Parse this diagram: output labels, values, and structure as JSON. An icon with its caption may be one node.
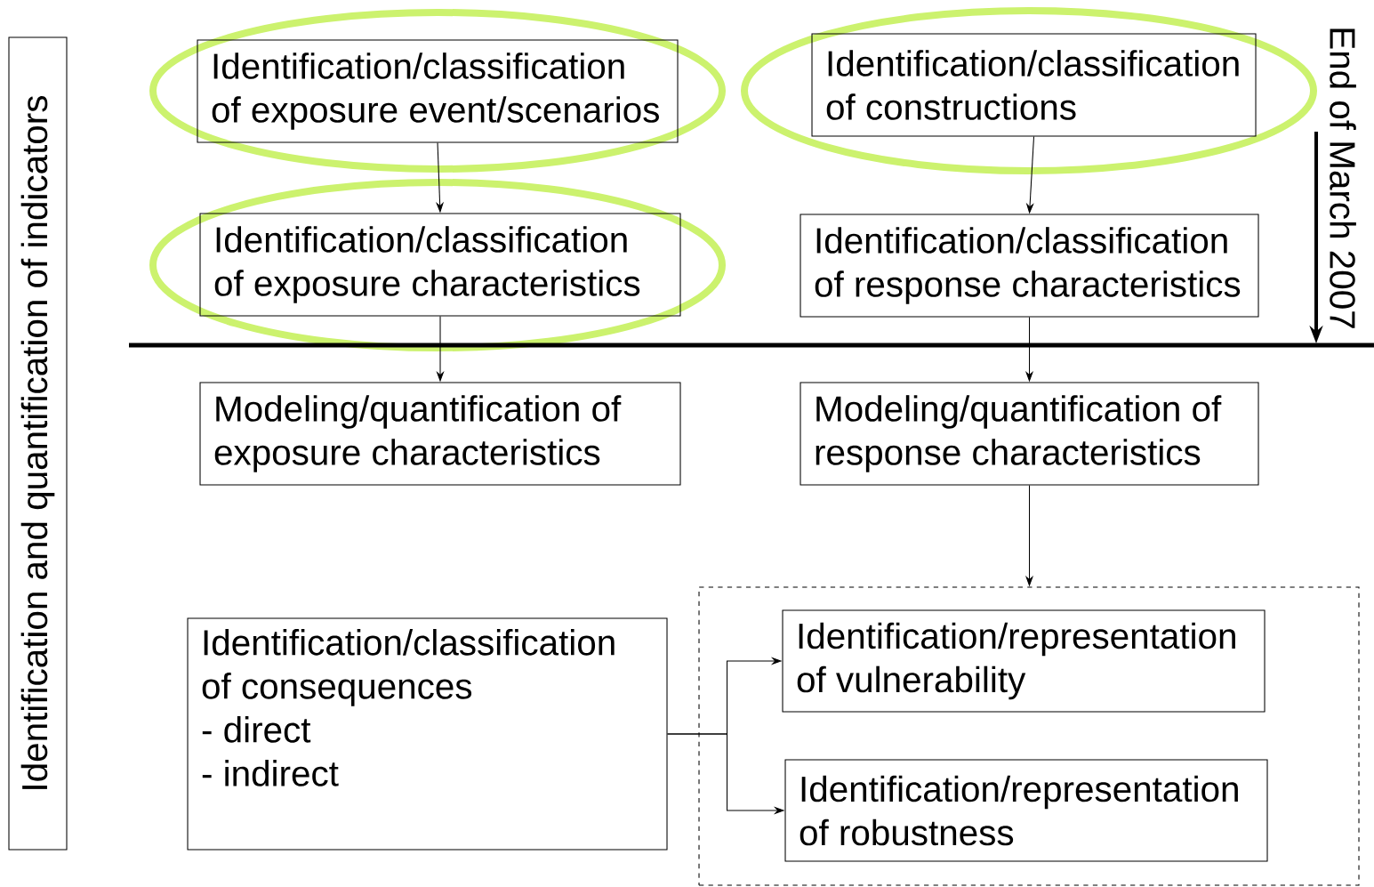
{
  "diagram": {
    "nodes": [
      {
        "text": [
          "Identification and quantification of indicators"
        ]
      },
      {
        "text": [
          "Identification/classification of exposure event/scenarios"
        ]
      },
      {
        "text": [
          "Identification/classification of constructions"
        ]
      },
      {
        "text": [
          "Identification/classification of exposure characteristics"
        ]
      },
      {
        "text": [
          "Identification/classification of response characteristics"
        ]
      },
      {
        "text": [
          "Modeling/quantification of exposure characteristics"
        ]
      },
      {
        "text": [
          "Modeling/quantification of response characteristics"
        ]
      },
      {
        "text": [],
        "shape": "box"
      },
      {
        "text": [
          "Identification/classification of consequences",
          "- direct",
          "- indirect"
        ]
      },
      {
        "text": [
          "Identification/representation of vulnerability"
        ],
        "in": 7
      },
      {
        "text": [
          "Identification/representation of robustness"
        ],
        "in": 7
      }
    ],
    "edges": [
      {
        "from": 1,
        "to": 3,
        "arrow": "to"
      },
      {
        "from": 2,
        "to": 4,
        "arrow": "to"
      },
      {
        "from": 3,
        "to": 5,
        "arrow": "to"
      },
      {
        "from": 4,
        "to": 6,
        "arrow": "to"
      },
      {
        "from": 6,
        "to": 7,
        "arrow": "to"
      },
      {
        "from": 8,
        "to": 9,
        "arrow": "to"
      },
      {
        "from": 8,
        "to": 10,
        "arrow": "to"
      }
    ],
    "labels": [
      "End of March 2007"
    ]
  }
}
